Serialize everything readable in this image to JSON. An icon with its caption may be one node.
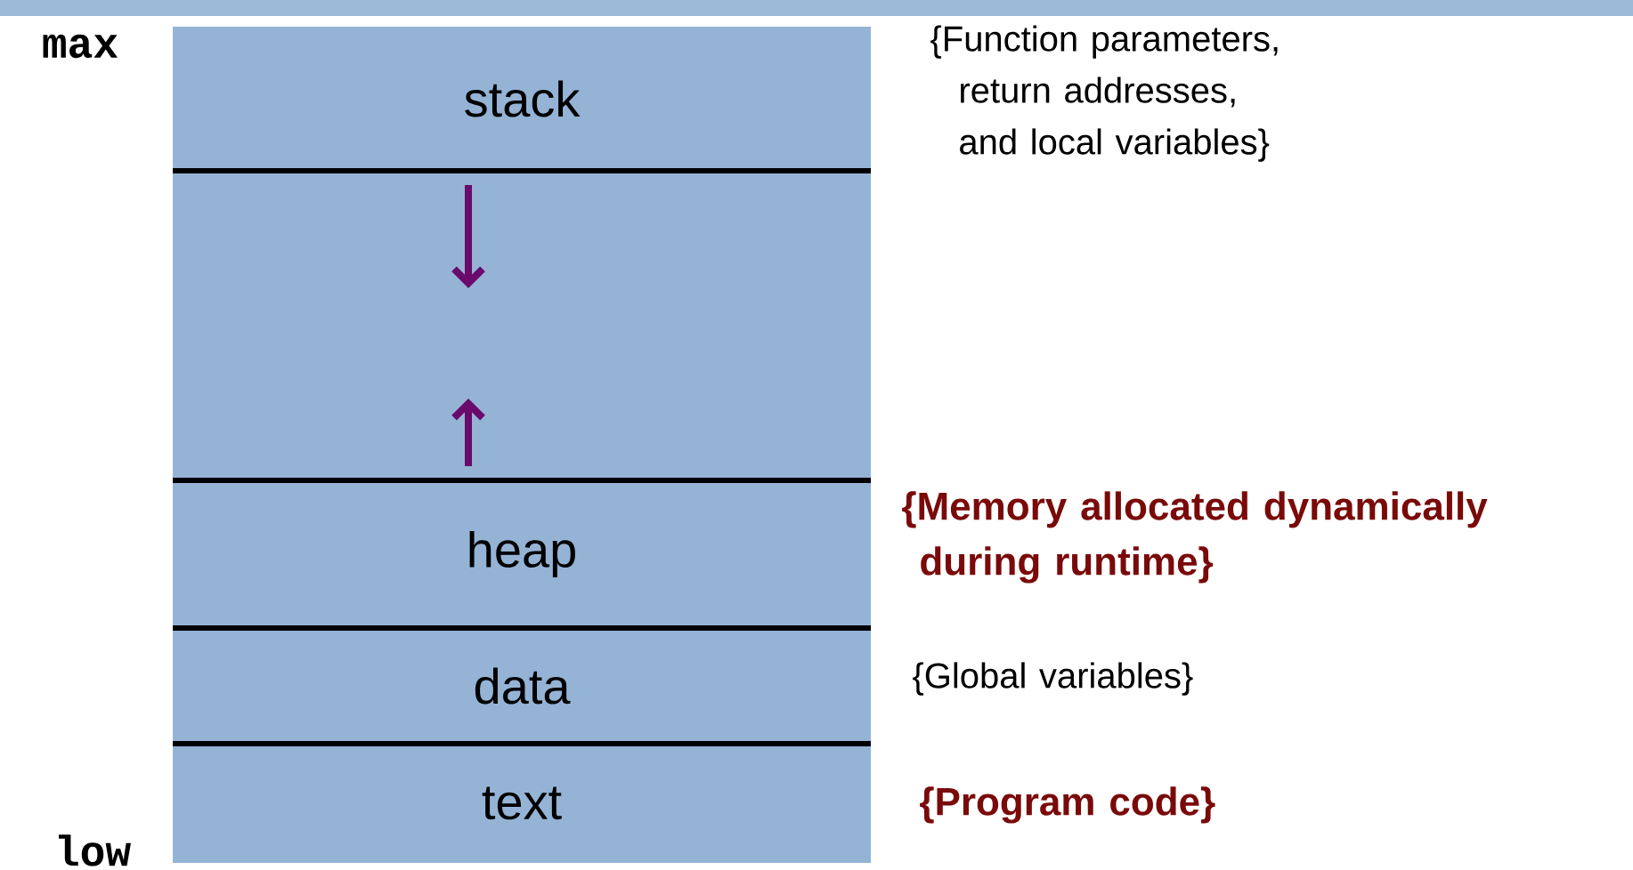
{
  "diagram": {
    "nodes": [
      {
        "text": [
          "stack"
        ],
        "beside": [
          "{Function parameters, return addresses, and local variables}"
        ]
      },
      {
        "text": [],
        "shape": "box"
      },
      {
        "text": [
          "heap"
        ],
        "beside": [
          "{Memory allocated dynamically during runtime}"
        ]
      },
      {
        "text": [
          "data"
        ],
        "beside": [
          "{Global variables}"
        ]
      },
      {
        "text": [
          "text"
        ],
        "beside": [
          "{Program code}"
        ]
      }
    ],
    "edges": [],
    "labels": [
      "max",
      "low"
    ]
  }
}
